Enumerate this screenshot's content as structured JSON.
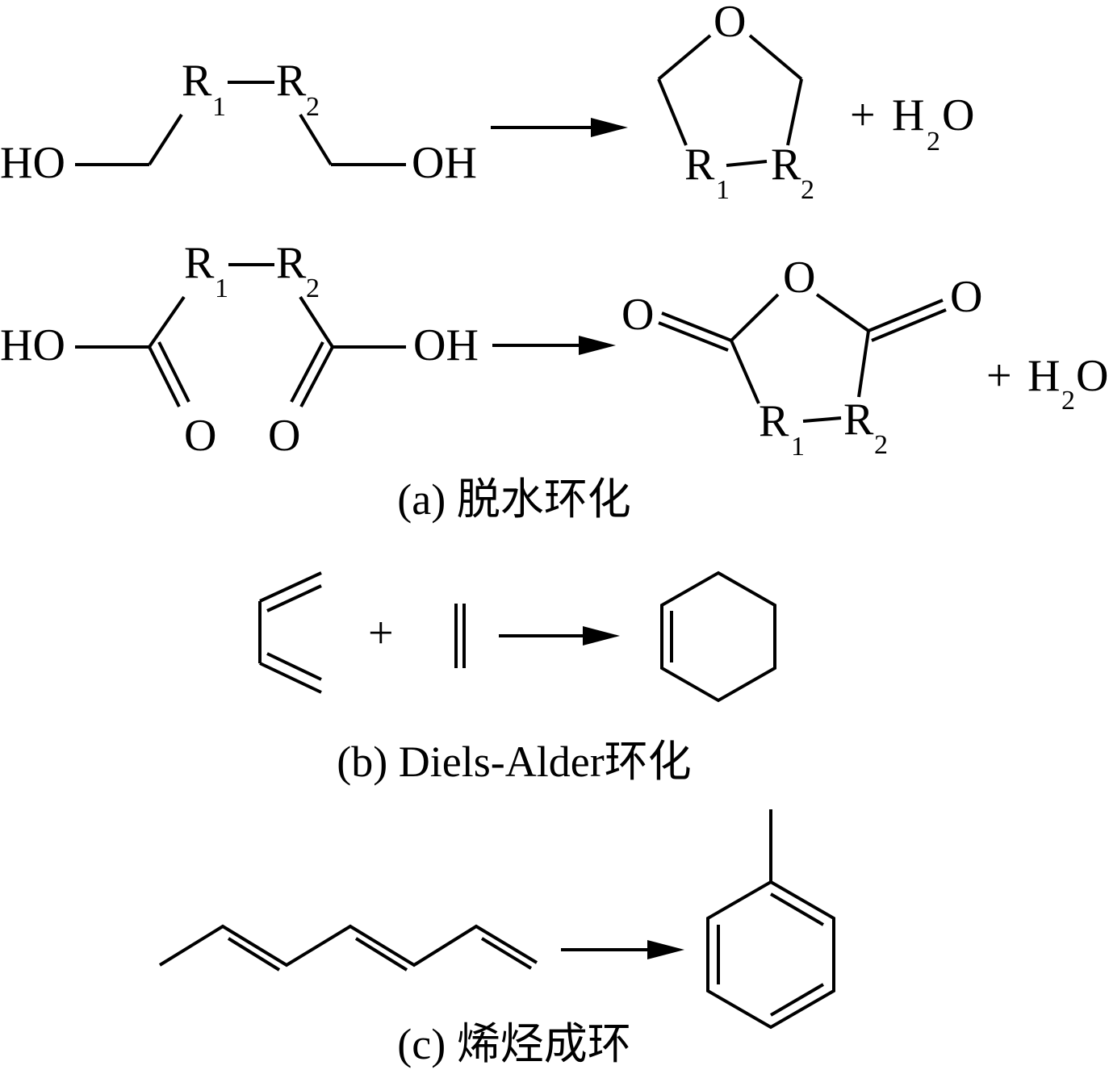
{
  "atoms": {
    "R": "R",
    "sub1": "1",
    "sub2": "2",
    "O": "O",
    "HO": "HO",
    "OH": "OH",
    "H": "H",
    "plus": "+"
  },
  "captions": {
    "a": "(a) 脱水环化",
    "b": "(b) Diels-Alder环化",
    "c": "(c) 烯烃成环"
  }
}
